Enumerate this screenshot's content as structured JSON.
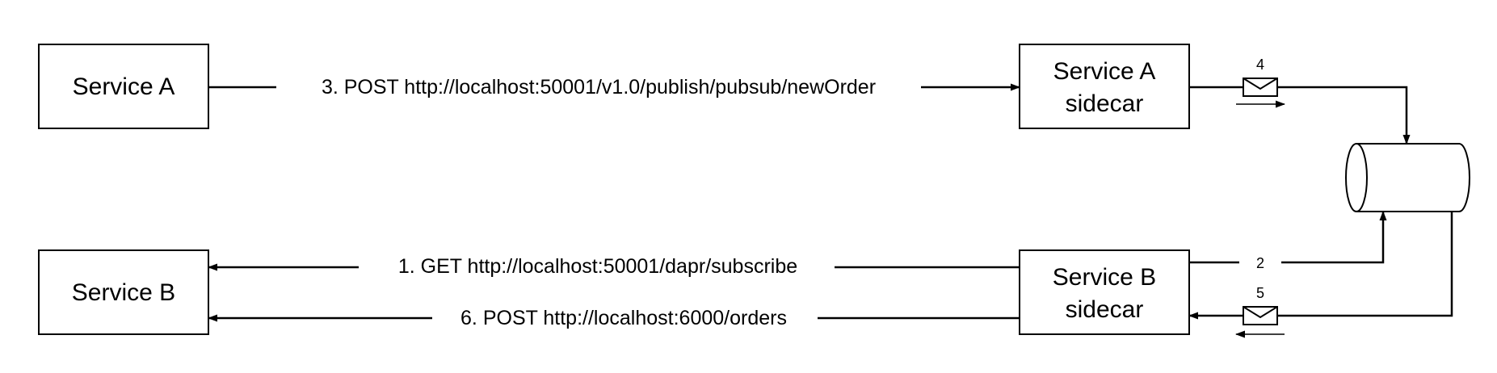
{
  "nodes": {
    "service_a": "Service A",
    "service_a_sidecar": [
      "Service A",
      "sidecar"
    ],
    "service_b": "Service B",
    "service_b_sidecar": [
      "Service B",
      "sidecar"
    ]
  },
  "edges": {
    "publish": "3. POST http://localhost:50001/v1.0/publish/pubsub/newOrder",
    "subscribe": "1. GET http://localhost:50001/dapr/subscribe",
    "deliver": "6. POST http://localhost:6000/orders",
    "step_2": "2",
    "step_4": "4",
    "step_5": "5"
  },
  "icons": {
    "message_in": "envelope-icon",
    "message_out": "envelope-icon",
    "queue": "message-broker-cylinder-icon"
  },
  "colors": {
    "stroke": "#000000",
    "fill": "#ffffff"
  }
}
